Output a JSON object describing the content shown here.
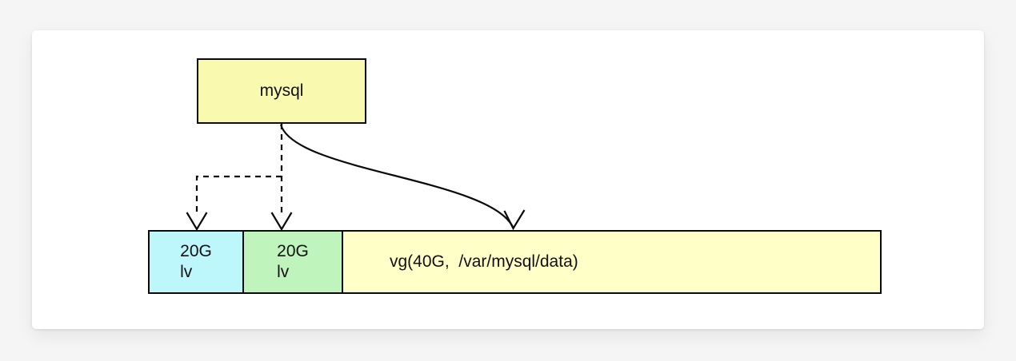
{
  "diagram": {
    "mysql_node": {
      "label": "mysql"
    },
    "lv1_node": {
      "size": "20G",
      "kind": "lv"
    },
    "lv2_node": {
      "size": "20G",
      "kind": "lv"
    },
    "vg_node": {
      "label": "vg(40G,  /var/mysql/data)"
    },
    "edges": [
      {
        "from": "mysql",
        "to": "lv1",
        "style": "dashed-arrow"
      },
      {
        "from": "mysql",
        "to": "lv2",
        "style": "dashed-arrow"
      },
      {
        "from": "mysql",
        "to": "vg",
        "style": "solid-curved-arrow"
      }
    ],
    "colors": {
      "mysql_fill": "#F9F9B0",
      "lv1_fill": "#BDF6FB",
      "lv2_fill": "#BFF5BC",
      "vg_fill": "#FFFFC8",
      "stroke": "#0A0A0A",
      "text": "#111111",
      "page_bg": "#F5F5F6",
      "card_bg": "#FFFFFF"
    }
  }
}
